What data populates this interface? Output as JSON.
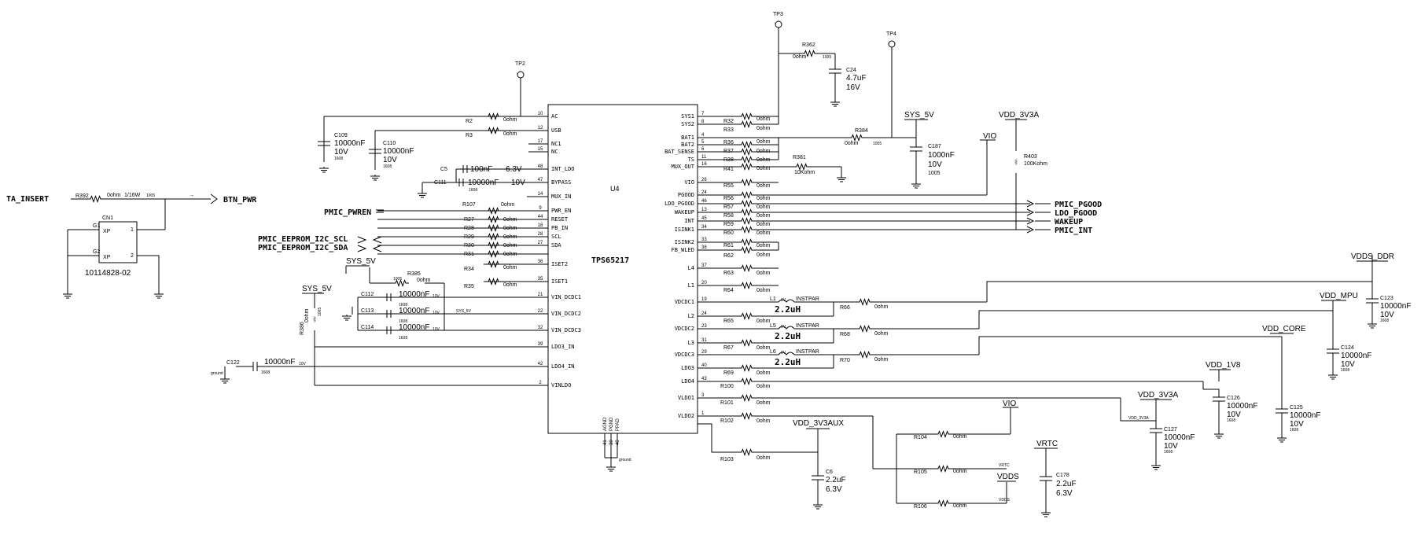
{
  "ic": {
    "ref": "U4",
    "part": "TPS65217",
    "left_pins": [
      {
        "num": "10",
        "name": "AC"
      },
      {
        "num": "12",
        "name": "USB"
      },
      {
        "num": "17",
        "name": "NC1"
      },
      {
        "num": "15",
        "name": "NC"
      },
      {
        "num": "48",
        "name": "INT_LDO"
      },
      {
        "num": "47",
        "name": "BYPASS"
      },
      {
        "num": "14",
        "name": "MUX_IN"
      },
      {
        "num": "9",
        "name": "PWR_EN"
      },
      {
        "num": "44",
        "name": "RESET"
      },
      {
        "num": "18",
        "name": "PB_IN"
      },
      {
        "num": "28",
        "name": "SCL"
      },
      {
        "num": "27",
        "name": "SDA"
      },
      {
        "num": "36",
        "name": "ISET2"
      },
      {
        "num": "35",
        "name": "ISET1"
      },
      {
        "num": "21",
        "name": "VIN_DCDC1"
      },
      {
        "num": "22",
        "name": "VIN_DCDC2"
      },
      {
        "num": "32",
        "name": "VIN_DCDC3"
      },
      {
        "num": "39",
        "name": "LDO3_IN"
      },
      {
        "num": "42",
        "name": "LDO4_IN"
      },
      {
        "num": "2",
        "name": "VINLDO"
      }
    ],
    "right_pins": [
      {
        "num": "7",
        "name": "SYS1"
      },
      {
        "num": "8",
        "name": "SYS2"
      },
      {
        "num": "4",
        "name": "BAT1"
      },
      {
        "num": "5",
        "name": "BAT2"
      },
      {
        "num": "6",
        "name": "BAT_SENSE"
      },
      {
        "num": "11",
        "name": "TS"
      },
      {
        "num": "16",
        "name": "MUX_OUT"
      },
      {
        "num": "26",
        "name": "VIO"
      },
      {
        "num": "24",
        "name": "PGOOD"
      },
      {
        "num": "46",
        "name": "LDO_PGOOD"
      },
      {
        "num": "13",
        "name": "WAKEUP"
      },
      {
        "num": "45",
        "name": "INT"
      },
      {
        "num": "34",
        "name": "ISINK1"
      },
      {
        "num": "33",
        "name": "ISINK2"
      },
      {
        "num": "38",
        "name": "FB_WLED"
      },
      {
        "num": "37",
        "name": "L4"
      },
      {
        "num": "20",
        "name": "L1"
      },
      {
        "num": "19",
        "name": "VDCDC1"
      },
      {
        "num": "24",
        "name": "L2"
      },
      {
        "num": "23",
        "name": "VDCDC2"
      },
      {
        "num": "31",
        "name": "L3"
      },
      {
        "num": "29",
        "name": "VDCDC3"
      },
      {
        "num": "40",
        "name": "LDO3"
      },
      {
        "num": "43",
        "name": "LDO4"
      },
      {
        "num": "3",
        "name": "VLDO1"
      },
      {
        "num": "1",
        "name": "VLDO2"
      }
    ],
    "bottom_pins": [
      {
        "num": "41",
        "name": "AGND"
      },
      {
        "num": "30",
        "name": "PGND"
      },
      {
        "num": "49",
        "name": "PPAD"
      }
    ],
    "ground_label": "ground"
  },
  "testpoints": [
    "TP2",
    "TP3",
    "TP4"
  ],
  "connector": {
    "ref": "CN1",
    "part": "10114828-02",
    "p1": "1",
    "p2": "2",
    "g1": "G1",
    "g2": "G2",
    "xp": "XP"
  },
  "nets": {
    "ta_insert": "TA_INSERT",
    "btn_pwr": "BTN_PWR",
    "pmic_pwren": "PMIC_PWREN",
    "i2c_scl": "PMIC_EEPROM_I2C_SCL",
    "i2c_sda": "PMIC_EEPROM_I2C_SDA",
    "pmic_pgood": "PMIC_PGOOD",
    "ldo_pgood": "LDO_PGOOD",
    "wakeup": "WAKEUP",
    "pmic_int": "PMIC_INT"
  },
  "rails": {
    "sys_5v": "SYS_5V",
    "vdd_3v3a": "VDD_3V3A",
    "vio": "VIO",
    "vdds_ddr": "VDDS_DDR",
    "vdd_mpu": "VDD_MPU",
    "vdd_core": "VDD_CORE",
    "vdd_1v8": "VDD_1V8",
    "vdd_3v3aux": "VDD_3V3AUX",
    "vrtc": "VRTC",
    "vdds": "VDDS"
  },
  "small_labels": {
    "vdd_3v3a_small": "VDD_3V3A",
    "vrtc_small": "VRTC",
    "vdds_small": "VDDS",
    "sys_5v_small": "SYS_5V",
    "arrow_mark": "→",
    "ground_c122": "ground"
  },
  "resistors": {
    "r2": {
      "ref": "R2",
      "value": "0ohm"
    },
    "r3": {
      "ref": "R3",
      "value": "0ohm"
    },
    "r107": {
      "ref": "R107",
      "value": "0ohm"
    },
    "r27": {
      "ref": "R27",
      "value": "0ohm"
    },
    "r28": {
      "ref": "R28",
      "value": "0ohm"
    },
    "r29": {
      "ref": "R29",
      "value": "0ohm"
    },
    "r30": {
      "ref": "R30",
      "value": "0ohm"
    },
    "r31": {
      "ref": "R31",
      "value": "0ohm"
    },
    "r34": {
      "ref": "R34",
      "value": "0ohm"
    },
    "r35": {
      "ref": "R35",
      "value": "0ohm"
    },
    "r392": {
      "ref": "R392",
      "value": "0ohm",
      "extra": "1/16W",
      "size": "1005"
    },
    "r385": {
      "ref": "R385",
      "value": "0ohm",
      "size": "1005"
    },
    "r386": {
      "ref": "R386",
      "value": "0ohm",
      "size": "1005"
    },
    "r362": {
      "ref": "R362",
      "value": "0ohm",
      "size": "1005"
    },
    "r384": {
      "ref": "R384",
      "value": "0ohm",
      "size": "1005"
    },
    "r403": {
      "ref": "R403",
      "value": "100Kohm"
    },
    "r381": {
      "ref": "R381",
      "value": "10Kohm"
    },
    "r32": {
      "ref": "R32",
      "value": "0ohm"
    },
    "r33": {
      "ref": "R33",
      "value": "0ohm"
    },
    "r36": {
      "ref": "R36",
      "value": "0ohm"
    },
    "r37": {
      "ref": "R37",
      "value": "0ohm"
    },
    "r38": {
      "ref": "R38",
      "value": "0ohm"
    },
    "r41": {
      "ref": "R41",
      "value": "0ohm"
    },
    "r55": {
      "ref": "R55",
      "value": "0ohm"
    },
    "r56": {
      "ref": "R56",
      "value": "0ohm"
    },
    "r57": {
      "ref": "R57",
      "value": "0ohm"
    },
    "r58": {
      "ref": "R58",
      "value": "0ohm"
    },
    "r59": {
      "ref": "R59",
      "value": "0ohm"
    },
    "r60": {
      "ref": "R60",
      "value": "0ohm"
    },
    "r61": {
      "ref": "R61",
      "value": "0ohm"
    },
    "r62": {
      "ref": "R62",
      "value": "0ohm"
    },
    "r63": {
      "ref": "R63",
      "value": "0ohm"
    },
    "r64": {
      "ref": "R64",
      "value": "0ohm"
    },
    "r65": {
      "ref": "R65",
      "value": "0ohm"
    },
    "r67": {
      "ref": "R67",
      "value": "0ohm"
    },
    "r69": {
      "ref": "R69",
      "value": "0ohm"
    },
    "r66": {
      "ref": "R66",
      "value": "0ohm"
    },
    "r68": {
      "ref": "R68",
      "value": "0ohm"
    },
    "r70": {
      "ref": "R70",
      "value": "0ohm"
    },
    "r100": {
      "ref": "R100",
      "value": "0ohm"
    },
    "r101": {
      "ref": "R101",
      "value": "0ohm"
    },
    "r102": {
      "ref": "R102",
      "value": "0ohm"
    },
    "r103": {
      "ref": "R103",
      "value": "0ohm"
    },
    "r104": {
      "ref": "R104",
      "value": "0ohm"
    },
    "r105": {
      "ref": "R105",
      "value": "0ohm"
    },
    "r106": {
      "ref": "R106",
      "value": "0ohm"
    }
  },
  "capacitors": {
    "c109": {
      "ref": "C109",
      "v1": "10000nF",
      "v2": "10V",
      "size": "1608"
    },
    "c110": {
      "ref": "C110",
      "v1": "10000nF",
      "v2": "10V",
      "size": "1608"
    },
    "c5": {
      "ref": "C5",
      "v1": "100nF",
      "v2": "6.3V"
    },
    "c111": {
      "ref": "C111",
      "v1": "10000nF",
      "v2": "10V",
      "size": "1608"
    },
    "c112": {
      "ref": "C112",
      "v1": "10000nF",
      "v2": "10V",
      "size": "1608"
    },
    "c113": {
      "ref": "C113",
      "v1": "10000nF",
      "v2": "10V",
      "size": "1608"
    },
    "c114": {
      "ref": "C114",
      "v1": "10000nF",
      "v2": "10V",
      "size": "1608"
    },
    "c122": {
      "ref": "C122",
      "v1": "10000nF",
      "v2": "10V",
      "size": "1608"
    },
    "c24": {
      "ref": "C24",
      "v1": "4.7uF",
      "v2": "16V"
    },
    "c187": {
      "ref": "C187",
      "v1": "1000nF",
      "v2": "10V",
      "size": "1005"
    },
    "c123": {
      "ref": "C123",
      "v1": "10000nF",
      "v2": "10V",
      "size": "1608"
    },
    "c124": {
      "ref": "C124",
      "v1": "10000nF",
      "v2": "10V",
      "size": "1608"
    },
    "c125": {
      "ref": "C125",
      "v1": "10000nF",
      "v2": "10V",
      "size": "1608"
    },
    "c126": {
      "ref": "C126",
      "v1": "10000nF",
      "v2": "10V",
      "size": "1608"
    },
    "c127": {
      "ref": "C127",
      "v1": "10000nF",
      "v2": "10V",
      "size": "1608"
    },
    "c6": {
      "ref": "C6",
      "v1": "2.2uF",
      "v2": "6.3V"
    },
    "c178": {
      "ref": "C178",
      "v1": "2.2uF",
      "v2": "6.3V"
    }
  },
  "inductors": {
    "l1": {
      "ref": "L1",
      "tag": "INSTPAR",
      "value": "2.2uH",
      "ohm": "0V"
    },
    "l5": {
      "ref": "L5",
      "tag": "INSTPAR",
      "value": "2.2uH",
      "ohm": "0V"
    },
    "l6": {
      "ref": "L6",
      "tag": "INSTPAR",
      "value": "2.2uH",
      "ohm": "0V"
    }
  }
}
